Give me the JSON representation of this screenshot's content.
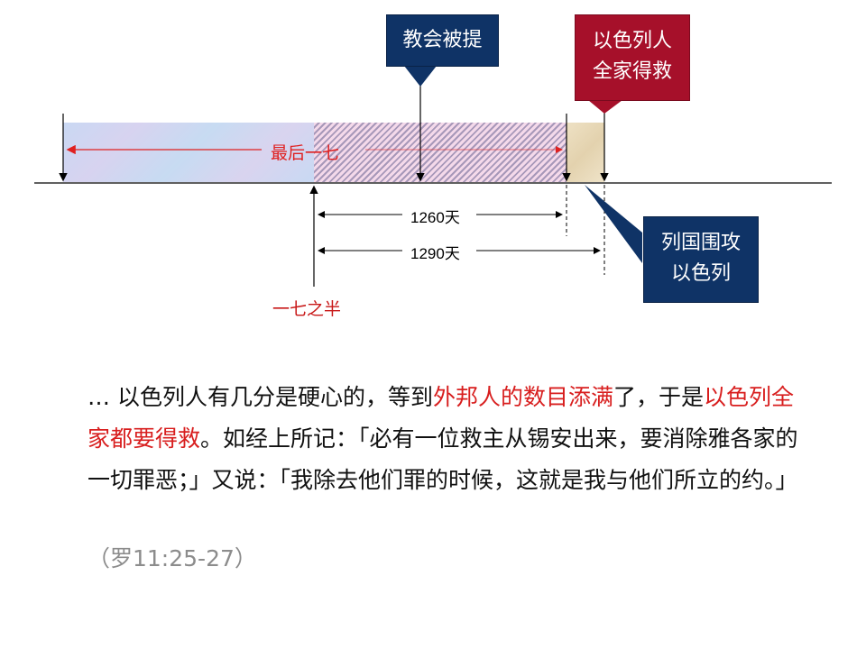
{
  "diagram": {
    "bands": [
      {
        "name": "pre-period",
        "color": "#c9d8f3"
      },
      {
        "name": "last-half-week-hatched",
        "color": "#a798b9"
      },
      {
        "name": "siege-period",
        "color": "#e3d2ae"
      }
    ],
    "last_week_label": "最后一七",
    "half_week_label": "一七之半",
    "span_1260": "1260天",
    "span_1290": "1290天",
    "callouts": {
      "rapture": "教会被提",
      "israel_saved_line1": "以色列人",
      "israel_saved_line2": "全家得救",
      "siege_line1": "列国围攻",
      "siege_line2": "以色列"
    },
    "colors": {
      "navy": "#0f3366",
      "crimson": "#a6102a",
      "red_text": "#e02020",
      "quote_red": "#d81e1e",
      "reference_gray": "#8c8c8c"
    }
  },
  "quote": {
    "seg1": "… 以色列人有几分是硬心的，等到",
    "seg2_red": "外邦人的数目添满",
    "seg3": "了，于是",
    "seg4_red": "以色列全家都要得救",
    "seg5": "。如经上所记：「必有一位救主从锡安出来，要消除雅各家的一切罪恶；」又说：「我除去他们罪的时候，这就是我与他们所立的约。」",
    "reference": "（罗11:25-27）"
  }
}
